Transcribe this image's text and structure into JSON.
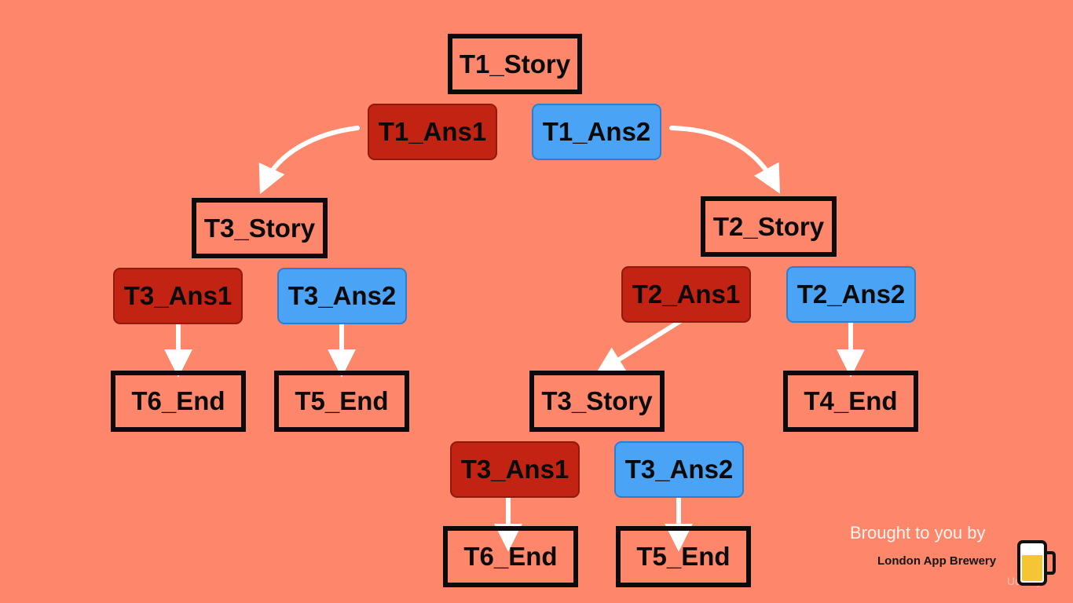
{
  "nodes": {
    "t1_story": "T1_Story",
    "t1_ans1": "T1_Ans1",
    "t1_ans2": "T1_Ans2",
    "left_t3_story": "T3_Story",
    "left_t3_ans1": "T3_Ans1",
    "left_t3_ans2": "T3_Ans2",
    "left_t6_end": "T6_End",
    "left_t5_end": "T5_End",
    "t2_story": "T2_Story",
    "t2_ans1": "T2_Ans1",
    "t2_ans2": "T2_Ans2",
    "t4_end": "T4_End",
    "mid_t3_story": "T3_Story",
    "mid_t3_ans1": "T3_Ans1",
    "mid_t3_ans2": "T3_Ans2",
    "mid_t6_end": "T6_End",
    "mid_t5_end": "T5_End"
  },
  "credit": {
    "line1": "Brought to you by",
    "brand": "London App Brewery",
    "watermark": "Udemy"
  },
  "colors": {
    "background": "#fe876b",
    "answer_red": "#c22312",
    "answer_blue": "#4ba3f5",
    "story_border": "#0b0b0b",
    "arrow": "#ffffff"
  },
  "icons": {
    "credit_logo": "beer-mug-icon"
  }
}
